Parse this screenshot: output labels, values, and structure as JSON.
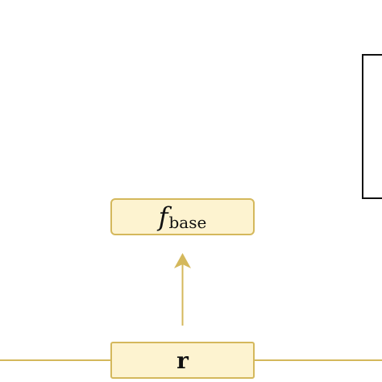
{
  "nodes": {
    "fbase": {
      "symbol": "f",
      "subscript": "base"
    },
    "r": {
      "label": "r"
    }
  },
  "colors": {
    "node_fill": "#fdf3d0",
    "node_border": "#d4b85c",
    "edge": "#d4b85c",
    "box_border": "#111111",
    "background": "#ffffff"
  }
}
